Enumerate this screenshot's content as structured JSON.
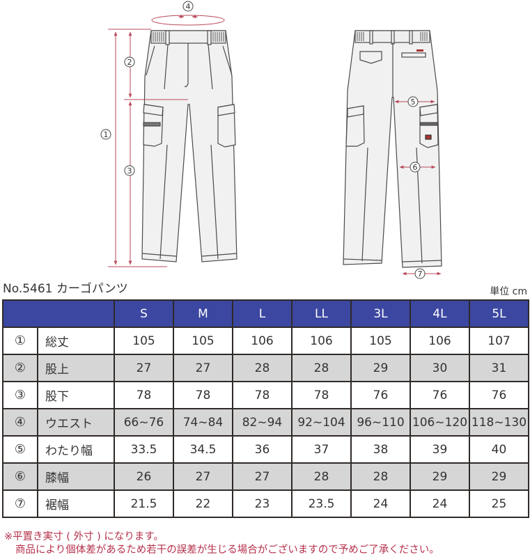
{
  "illustration": {
    "front_view": {
      "markers": [
        "①",
        "②",
        "③",
        "④"
      ],
      "marker_meanings": {
        "①": "総丈",
        "②": "股上",
        "③": "股下",
        "④": "ウエスト"
      }
    },
    "back_view": {
      "markers": [
        "⑤",
        "⑥",
        "⑦"
      ],
      "marker_meanings": {
        "⑤": "わたり幅",
        "⑥": "膝幅",
        "⑦": "裾幅"
      }
    },
    "colors": {
      "dimension_line": "#b84a5a",
      "outline": "#4a4a4a",
      "fabric": "#f1f1f1"
    }
  },
  "title": "No.5461 カーゴパンツ",
  "unit": "単位 cm",
  "table": {
    "header_color": "#3b47a0",
    "alt_row_color": "#d6d6d6",
    "columns": [
      "S",
      "M",
      "L",
      "LL",
      "3L",
      "4L",
      "5L"
    ],
    "rows": [
      {
        "num": "①",
        "label": "総丈",
        "values": [
          "105",
          "105",
          "106",
          "106",
          "105",
          "106",
          "107"
        ]
      },
      {
        "num": "②",
        "label": "股上",
        "values": [
          "27",
          "27",
          "28",
          "28",
          "29",
          "30",
          "31"
        ]
      },
      {
        "num": "③",
        "label": "股下",
        "values": [
          "78",
          "78",
          "78",
          "78",
          "76",
          "76",
          "76"
        ]
      },
      {
        "num": "④",
        "label": "ウエスト",
        "values": [
          "66~76",
          "74~84",
          "82~94",
          "92~104",
          "96~110",
          "106~120",
          "118~130"
        ]
      },
      {
        "num": "⑤",
        "label": "わたり幅",
        "values": [
          "33.5",
          "34.5",
          "36",
          "37",
          "38",
          "39",
          "40"
        ]
      },
      {
        "num": "⑥",
        "label": "膝幅",
        "values": [
          "26",
          "27",
          "27",
          "28",
          "28",
          "29",
          "29"
        ]
      },
      {
        "num": "⑦",
        "label": "裾幅",
        "values": [
          "21.5",
          "22",
          "23",
          "23.5",
          "24",
          "24",
          "25"
        ]
      }
    ]
  },
  "note": {
    "line1": "※平置き実寸 ( 外寸 ) になります。",
    "line2": "商品により個体差があるため若干の誤差が生じる場合がございますので予めご了承ください。"
  }
}
